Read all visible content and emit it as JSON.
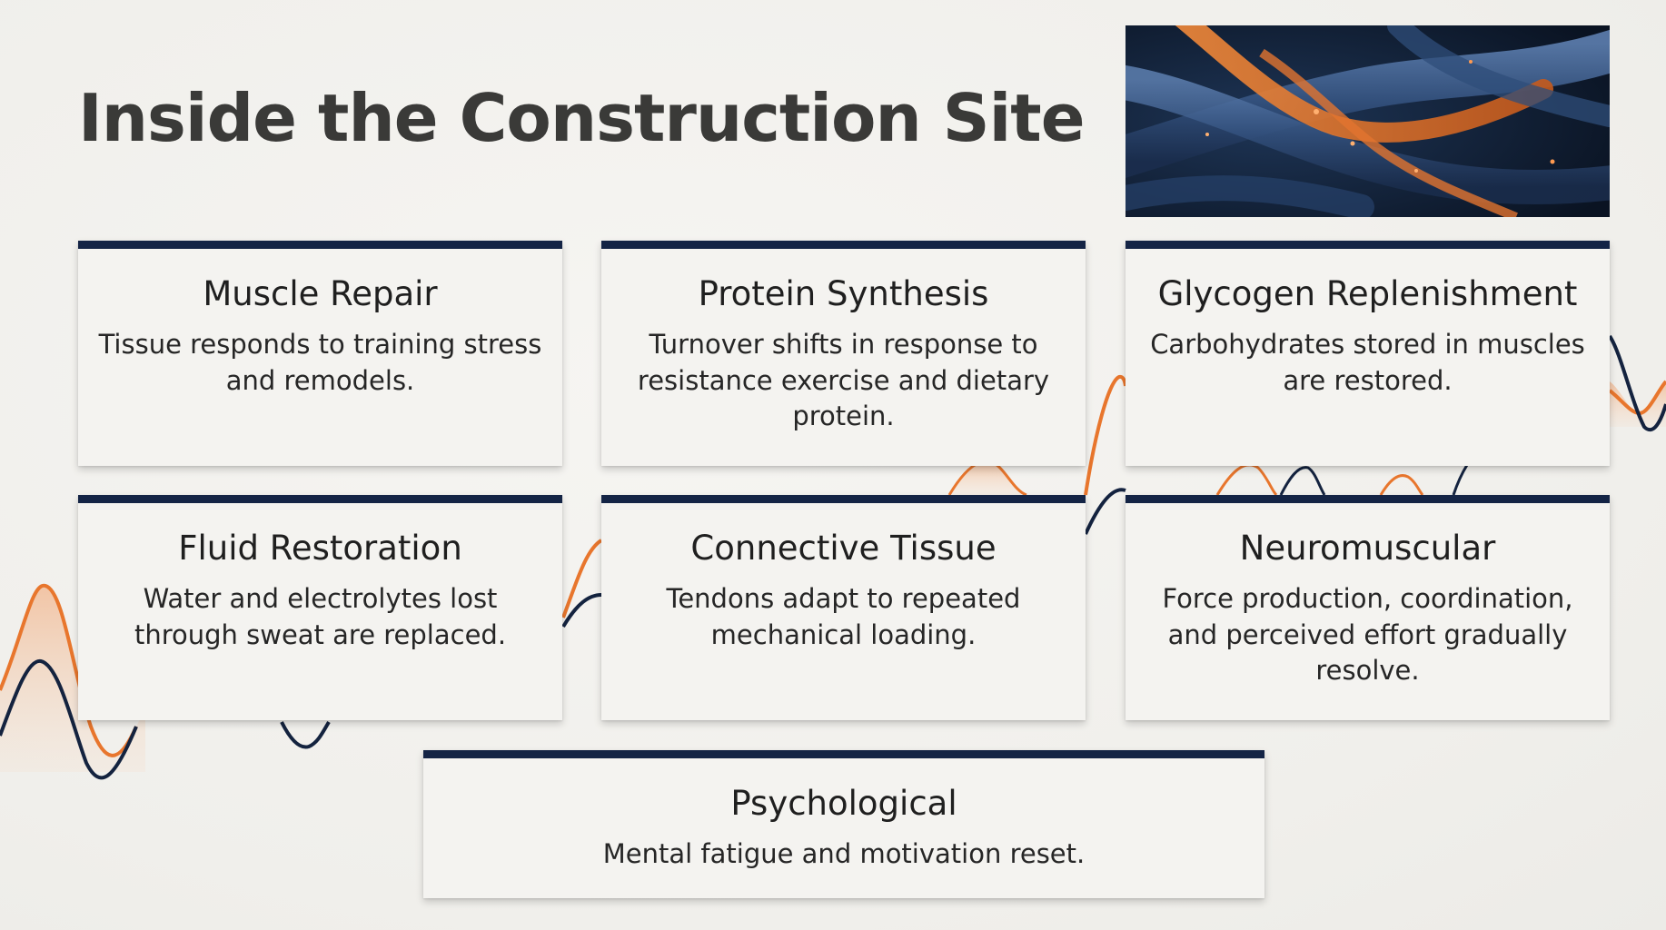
{
  "slide": {
    "title": "Inside the Construction Site"
  },
  "image": {
    "subject": "muscle fibers micrograph illustration"
  },
  "colors": {
    "card_accent": "#142445",
    "wave_orange": "#e8762d",
    "wave_navy": "#14233f",
    "title_text": "#3a3a38"
  },
  "cards": [
    {
      "title": "Muscle Repair",
      "description": "Tissue responds to training stress and remodels."
    },
    {
      "title": "Protein Synthesis",
      "description": "Turnover shifts in response to resistance exercise and dietary protein."
    },
    {
      "title": "Glycogen Replenishment",
      "description": "Carbohydrates stored in muscles are restored."
    },
    {
      "title": "Fluid Restoration",
      "description": "Water and electrolytes lost through sweat are replaced."
    },
    {
      "title": "Connective Tissue",
      "description": "Tendons adapt to repeated mechanical loading."
    },
    {
      "title": "Neuromuscular",
      "description": "Force production, coordination, and perceived effort gradually resolve."
    },
    {
      "title": "Psychological",
      "description": "Mental fatigue and motivation reset."
    }
  ]
}
